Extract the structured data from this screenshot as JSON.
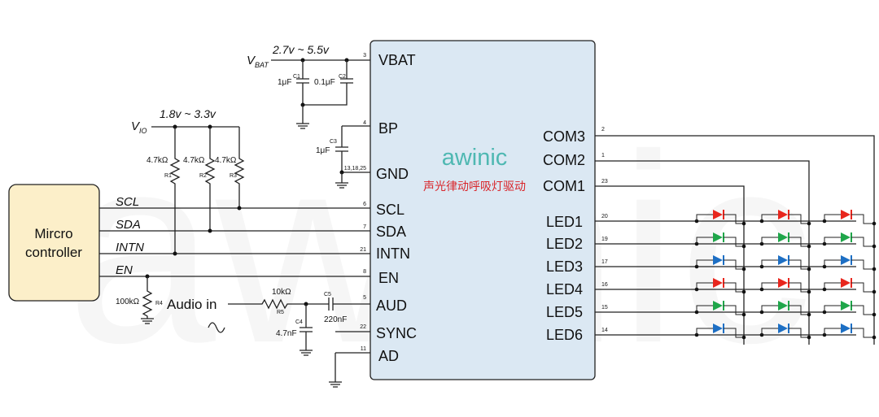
{
  "watermark": "awinic",
  "mcu": {
    "label_line1": "Mircro",
    "label_line2": "controller"
  },
  "chip": {
    "brand": "awinic",
    "brand_color": "#4fb8b2",
    "caption": "声光律动呼吸灯驱动",
    "caption_color": "#d9252a",
    "fill_color": "#dbe8f3",
    "left_pins": [
      {
        "name": "VBAT",
        "num": "3"
      },
      {
        "name": "BP",
        "num": "4"
      },
      {
        "name": "GND",
        "num": "13,18,25"
      },
      {
        "name": "SCL",
        "num": "6"
      },
      {
        "name": "SDA",
        "num": "7"
      },
      {
        "name": "INTN",
        "num": "21"
      },
      {
        "name": "EN",
        "num": "8"
      },
      {
        "name": "AUD",
        "num": "5"
      },
      {
        "name": "SYNC",
        "num": "22"
      },
      {
        "name": "AD",
        "num": "11"
      }
    ],
    "right_pins": [
      {
        "name": "COM3",
        "num": "2"
      },
      {
        "name": "COM2",
        "num": "1"
      },
      {
        "name": "COM1",
        "num": "23"
      },
      {
        "name": "LED1",
        "num": "20"
      },
      {
        "name": "LED2",
        "num": "19"
      },
      {
        "name": "LED3",
        "num": "17"
      },
      {
        "name": "LED4",
        "num": "16"
      },
      {
        "name": "LED5",
        "num": "15"
      },
      {
        "name": "LED6",
        "num": "14"
      }
    ]
  },
  "signals": {
    "scl": "SCL",
    "sda": "SDA",
    "intn": "INTN",
    "en": "EN"
  },
  "supply": {
    "vbat_label": "V",
    "vbat_sub": "BAT",
    "vbat_range": "2.7v ~ 5.5v",
    "vio_label": "V",
    "vio_sub": "IO",
    "vio_range": "1.8v ~ 3.3v"
  },
  "components": {
    "c1": {
      "ref": "C1",
      "value": "1μF"
    },
    "c2": {
      "ref": "C2",
      "value": "0.1μF"
    },
    "c3": {
      "ref": "C3",
      "value": "1μF"
    },
    "c4": {
      "ref": "C4",
      "value": "4.7nF"
    },
    "c5": {
      "ref": "C5",
      "value": "220nF"
    },
    "r1": {
      "ref": "R1",
      "value": "4.7kΩ"
    },
    "r2": {
      "ref": "R2",
      "value": "4.7kΩ"
    },
    "r3": {
      "ref": "R3",
      "value": "4.7kΩ"
    },
    "r4": {
      "ref": "R4",
      "value": "100kΩ"
    },
    "r5": {
      "ref": "R5",
      "value": "10kΩ"
    }
  },
  "audio": {
    "label": "Audio in"
  },
  "led_colors": {
    "red": "#e8261d",
    "green": "#1fa64a",
    "blue": "#1d6fc4"
  }
}
